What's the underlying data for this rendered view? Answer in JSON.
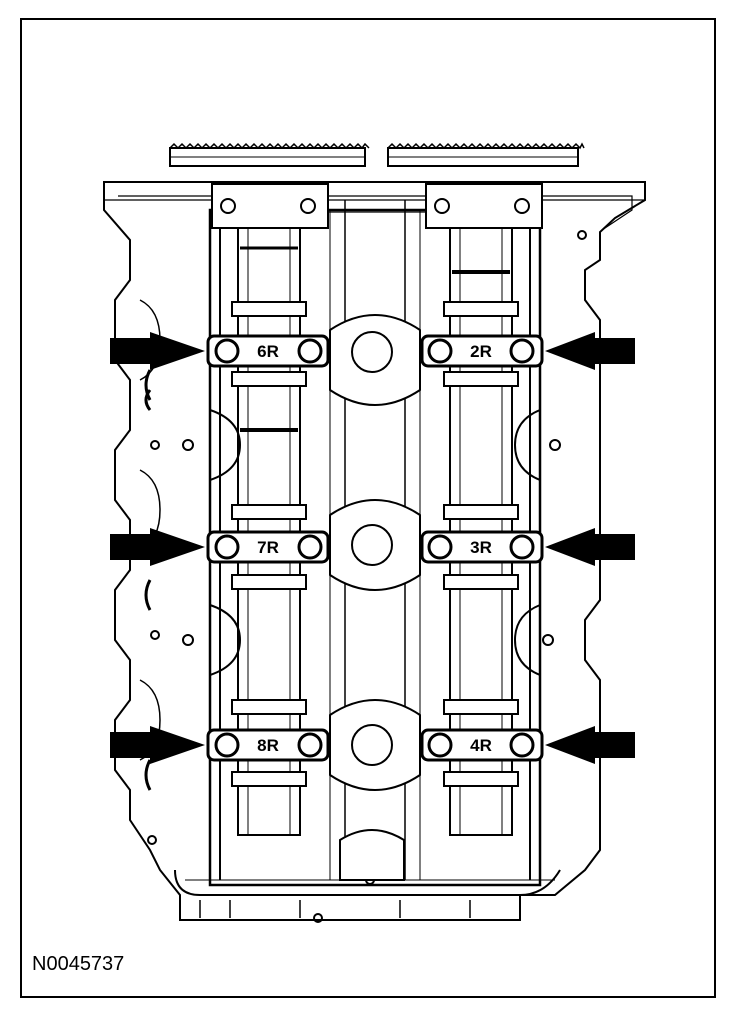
{
  "figure": {
    "id": "N0045737"
  },
  "bearing_caps": {
    "left": [
      "6R",
      "7R",
      "8R"
    ],
    "right": [
      "2R",
      "3R",
      "4R"
    ]
  },
  "colors": {
    "line": "#000000",
    "background": "#ffffff"
  }
}
